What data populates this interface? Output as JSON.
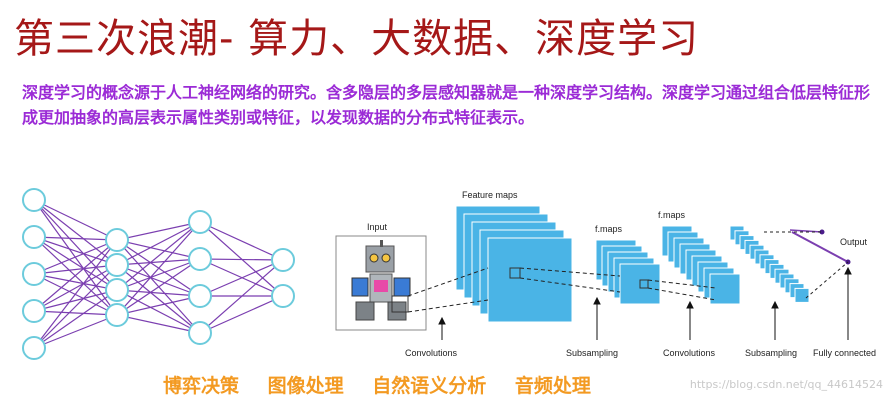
{
  "title": "第三次浪潮- 算力、大数据、深度学习",
  "description": "深度学习的概念源于人工神经网络的研究。含多隐层的多层感知器就是一种深度学习结构。深度学习通过组合低层特征形成更加抽象的高层表示属性类别或特征，以发现数据的分布式特征表示。",
  "topics": [
    "博弈决策",
    "图像处理",
    "自然语义分析",
    "音频处理"
  ],
  "cnn_labels": {
    "input": "Input",
    "feature_maps": "Feature maps",
    "fmaps1": "f.maps",
    "fmaps2": "f.maps",
    "output": "Output",
    "convolutions1": "Convolutions",
    "subsampling1": "Subsampling",
    "convolutions2": "Convolutions",
    "subsampling2": "Subsampling",
    "fully_connected": "Fully connected"
  },
  "watermark": "https://blog.csdn.net/qq_44614524",
  "colors": {
    "title": "#a51818",
    "description": "#9b2bd6",
    "topics": "#f39a22",
    "edges": "#7b3fb0",
    "node_stroke": "#6ccbdc",
    "map_fill": "#4ab4e6"
  },
  "network_layers": [
    5,
    4,
    4,
    2
  ]
}
